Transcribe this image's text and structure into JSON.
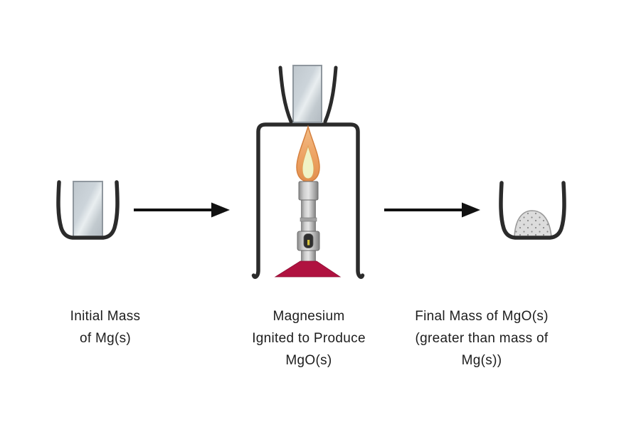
{
  "diagram": {
    "description_stages": [
      {
        "id": "initial",
        "label_lines": [
          "Initial Mass",
          "of Mg(s)"
        ]
      },
      {
        "id": "ignition",
        "label_lines": [
          "Magnesium",
          "Ignited to Produce",
          "MgO(s)"
        ]
      },
      {
        "id": "final",
        "label_lines": [
          "Final Mass of MgO(s)",
          "(greater than mass of",
          "Mg(s))"
        ]
      }
    ]
  },
  "colors": {
    "background": "#ffffff",
    "outline": "#2b2b2b",
    "arrow": "#111111",
    "text": "#1d1d1d",
    "mg_strip": "#ccd4da",
    "flame_outer": "#eda263",
    "flame_outer_edge": "#d5803e",
    "flame_inner": "#f0f2c6",
    "burner_base": "#b01240",
    "mgo_powder": "#dcdcdc",
    "mgo_speckle": "#8a8a8a"
  }
}
